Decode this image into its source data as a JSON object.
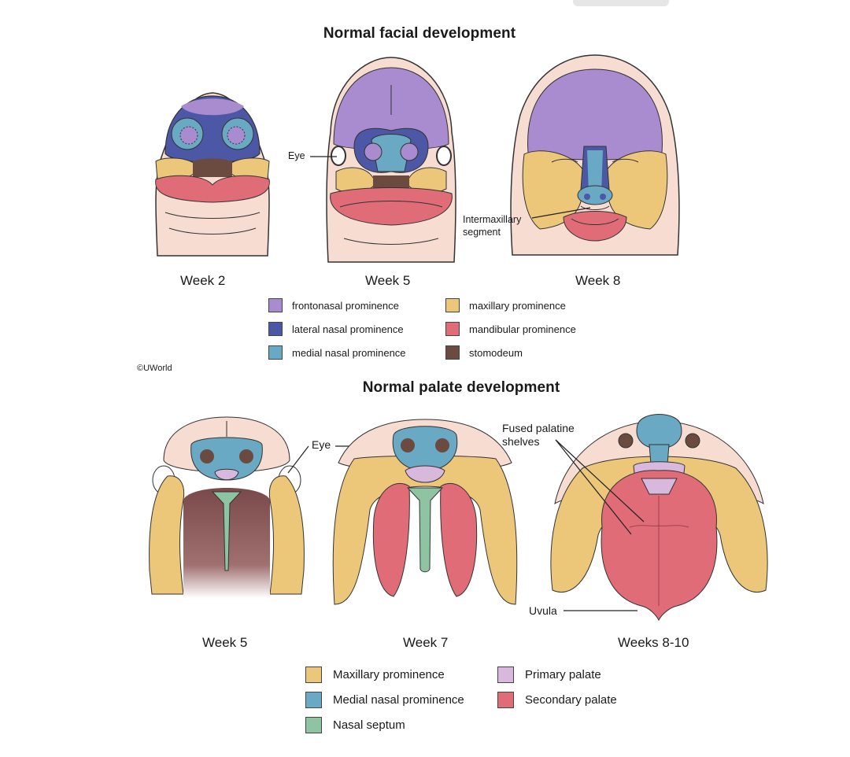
{
  "section1": {
    "title": "Normal facial development",
    "captions": [
      "Week 2",
      "Week 5",
      "Week 8"
    ],
    "labels": {
      "eye": "Eye",
      "intermaxillary": "Intermaxillary segment"
    },
    "legend": [
      {
        "label": "frontonasal prominence",
        "color": "#a98bd0"
      },
      {
        "label": "lateral nasal prominence",
        "color": "#4c58a6"
      },
      {
        "label": "medial nasal prominence",
        "color": "#6aa9c4"
      },
      {
        "label": "maxillary prominence",
        "color": "#ecc77a"
      },
      {
        "label": "mandibular prominence",
        "color": "#e06c78"
      },
      {
        "label": "stomodeum",
        "color": "#6b4a40"
      }
    ],
    "copyright": "©UWorld"
  },
  "section2": {
    "title": "Normal palate development",
    "captions": [
      "Week 5",
      "Week 7",
      "Weeks 8-10"
    ],
    "labels": {
      "eye": "Eye",
      "fused": "Fused palatine shelves",
      "uvula": "Uvula"
    },
    "legend": [
      {
        "label": "Maxillary prominence",
        "color": "#ecc77a"
      },
      {
        "label": "Medial nasal prominence",
        "color": "#6aa9c4"
      },
      {
        "label": "Nasal septum",
        "color": "#8fc4a2"
      },
      {
        "label": "Primary palate",
        "color": "#d8b8dc"
      },
      {
        "label": "Secondary palate",
        "color": "#e06c78"
      }
    ]
  }
}
